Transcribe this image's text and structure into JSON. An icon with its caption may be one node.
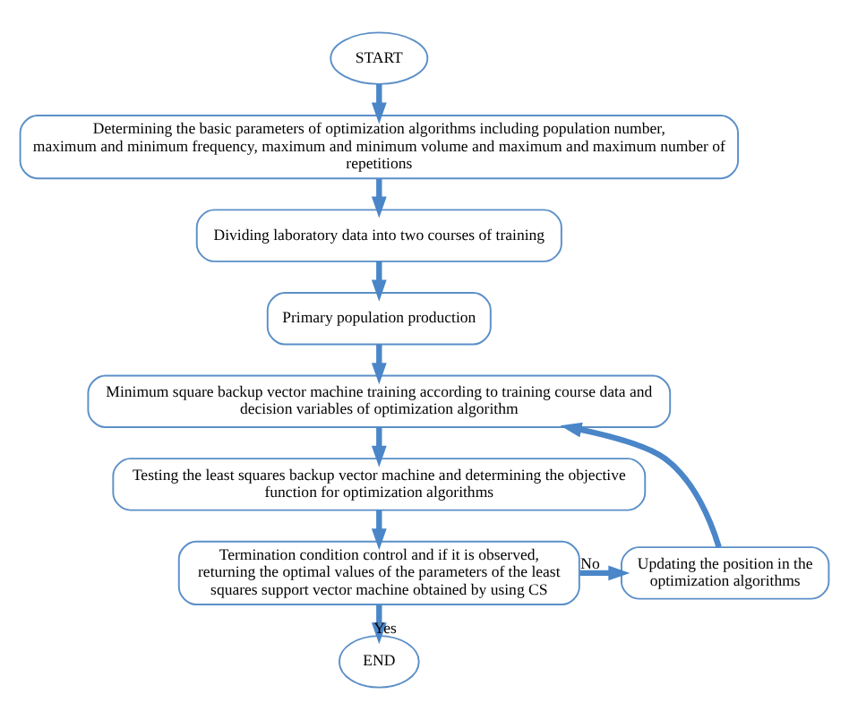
{
  "diagram": {
    "nodes": [
      {
        "text": [
          "START"
        ]
      },
      {
        "text": [
          "Determining the basic parameters of optimization algorithms including population number, maximum and minimum frequency, maximum and minimum volume and maximum and maximum number of repetitions"
        ]
      },
      {
        "text": [
          "Dividing laboratory data into two courses of training"
        ]
      },
      {
        "text": [
          "Primary population production"
        ]
      },
      {
        "text": [
          "Minimum square backup vector machine training according to training course data and decision variables of optimization algorithm"
        ]
      },
      {
        "text": [
          "Testing the least squares backup vector machine and determining the objective function for optimization algorithms"
        ]
      },
      {
        "text": [
          "Termination condition control and if it is observed, returning the optimal values of the parameters of the least squares support vector machine obtained by using CS"
        ]
      },
      {
        "text": [
          "Updating the position in the optimization algorithms"
        ]
      },
      {
        "text": [
          "END"
        ]
      }
    ],
    "edges": [
      {
        "from": 0,
        "to": 1,
        "arrow": "to"
      },
      {
        "from": 1,
        "to": 2,
        "arrow": "to"
      },
      {
        "from": 2,
        "to": 3,
        "arrow": "to"
      },
      {
        "from": 3,
        "to": 4,
        "arrow": "to"
      },
      {
        "from": 4,
        "to": 5,
        "arrow": "to"
      },
      {
        "from": 5,
        "to": 6,
        "arrow": "to"
      },
      {
        "from": 6,
        "to": 7,
        "arrow": "to",
        "label": "No"
      },
      {
        "from": 7,
        "to": 4,
        "arrow": "to"
      },
      {
        "from": 6,
        "to": 8,
        "arrow": "to",
        "label": "Yes"
      }
    ]
  }
}
